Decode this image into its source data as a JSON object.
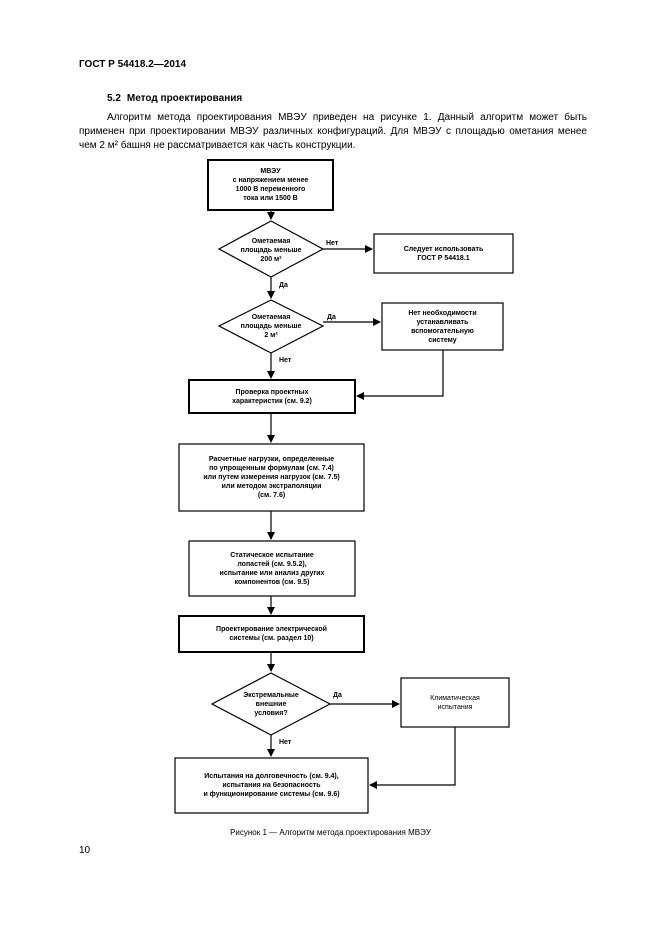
{
  "header": {
    "standard": "ГОСТ Р 54418.2—2014"
  },
  "section": {
    "number": "5.2",
    "title": "Метод проектирования"
  },
  "paragraph": "Алгоритм метода проектирования МВЭУ приведен на рисунке 1. Данный алгоритм может быть применен при проектировании МВЭУ различных конфигураций. Для МВЭУ с площадью ометания менее чем 2 м² башня не рассматривается как часть конструкции.",
  "flowchart": {
    "start": "МВЭУ\nс напряжением менее\n1000 В переменного\nтока или 1500 В",
    "decision1": "Ометаемая\nплощадь меньше\n200 м²",
    "decision1_yes_target": "Следует использовать\nГОСТ Р 54418.1",
    "decision2": "Ометаемая\nплощадь меньше\n2 м²",
    "decision2_yes_target": "Нет необходимости\nустанавливать\nвспомогательную\nсистему",
    "check": "Проверка проектных\nхарактеристик (см. 9.2)",
    "loads": "Расчетные нагрузки, определенные\nпо упрощенным формулам (см. 7.4)\nили путем измерения нагрузок (см. 7.5)\nили методом экстраполяции\n(см. 7.6)",
    "testing": "Статическое испытание\nлопастей (см. 9.5.2),\nиспытание или анализ других\nкомпонентов (см. 9.5)",
    "electrical": "Проектирование электрической\nсистемы (см. раздел 10)",
    "decision3": "Экстремальные\nвнешние\nусловия?",
    "decision3_yes_target": "Климатическая\nиспытания",
    "final": "Испытания на долговечность (см. 9.4),\nиспытания на безопасность\nи функционирование системы (см. 9.6)",
    "labels": {
      "yes": "Да",
      "no": "Нет"
    }
  },
  "caption": "Рисунок 1 — Алгоритм метода проектирования МВЭУ",
  "page_number": "10"
}
